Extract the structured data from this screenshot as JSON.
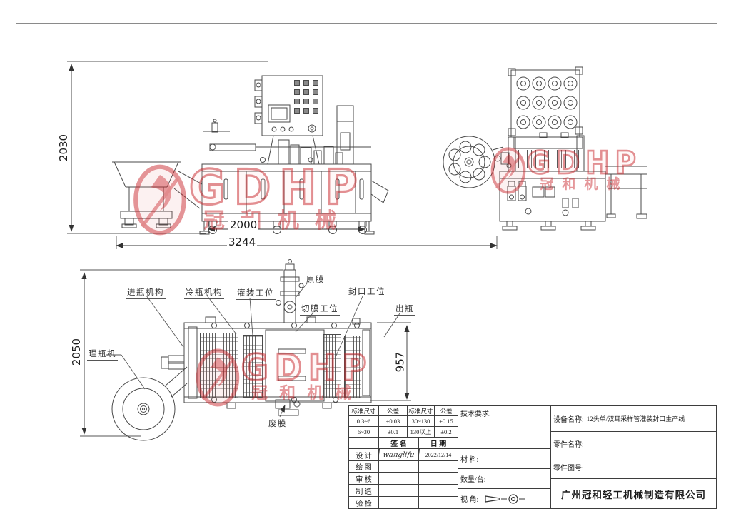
{
  "watermark": {
    "text": "GDHP",
    "subtext": "冠和机械",
    "color": "#c92830"
  },
  "dimensions": {
    "front_height": "2030",
    "body_length": "2000",
    "overall_length": "3244",
    "plan_depth": "2050",
    "plan_width": "957"
  },
  "callouts": {
    "bottle_unscrambler": "理瓶机",
    "bottle_infeed": "进瓶机构",
    "bottle_cooling": "冷瓶机构",
    "filling_station": "灌装工位",
    "film_feed": "原膜",
    "film_cutting_station": "切膜工位",
    "sealing_station": "封口工位",
    "bottle_outfeed": "出瓶",
    "waste_film": "废膜"
  },
  "title_block": {
    "tolerance": {
      "headers": [
        "标准尺寸",
        "公差",
        "标准尺寸",
        "公差"
      ],
      "rows": [
        [
          "0.3~6",
          "±0.03",
          "30~130",
          "±0.15"
        ],
        [
          "6~30",
          "±0.1",
          "130以上",
          "±0.2"
        ]
      ]
    },
    "sign_name_header": "签 名",
    "sign_date_header": "日 期",
    "approval_rows": [
      {
        "role": "设 计",
        "signature": "wanglifu",
        "date": "2022/12/14"
      },
      {
        "role": "绘 图",
        "signature": "",
        "date": ""
      },
      {
        "role": "审 核",
        "signature": "",
        "date": ""
      },
      {
        "role": "制 造",
        "signature": "",
        "date": ""
      },
      {
        "role": "验 检",
        "signature": "",
        "date": ""
      }
    ],
    "tech_requirements_label": "技术要求:",
    "material_label": "材 料:",
    "quantity_label": "数量/台:",
    "view_angle_label": "视 角:",
    "device_name_label": "设备名称:",
    "device_name": "12头单/双耳采样管灌装封口生产线",
    "part_name_label": "零件名称:",
    "part_no_label": "零件图号:",
    "company": "广州冠和轻工机械制造有限公司"
  }
}
